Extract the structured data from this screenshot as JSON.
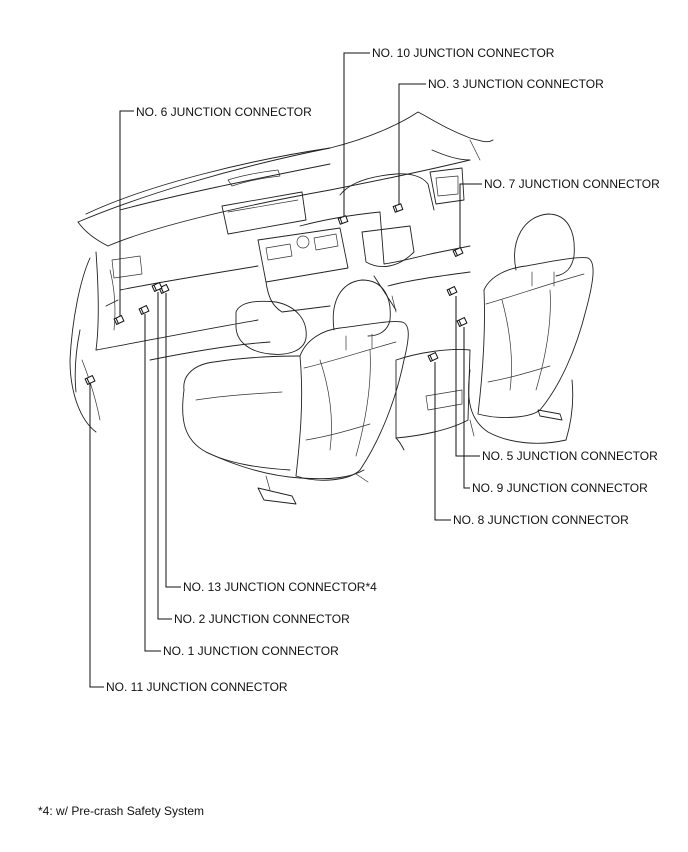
{
  "connectors": {
    "no10": "NO. 10 JUNCTION CONNECTOR",
    "no3": "NO. 3 JUNCTION CONNECTOR",
    "no6": "NO. 6 JUNCTION CONNECTOR",
    "no7": "NO. 7 JUNCTION CONNECTOR",
    "no5": "NO. 5 JUNCTION CONNECTOR",
    "no9": "NO. 9 JUNCTION CONNECTOR",
    "no8": "NO. 8 JUNCTION CONNECTOR",
    "no13": "NO. 13 JUNCTION CONNECTOR*4",
    "no2": "NO. 2 JUNCTION CONNECTOR",
    "no1": "NO. 1 JUNCTION CONNECTOR",
    "no11": "NO. 11 JUNCTION CONNECTOR"
  },
  "footnote": "*4: w/ Pre-crash Safety System"
}
